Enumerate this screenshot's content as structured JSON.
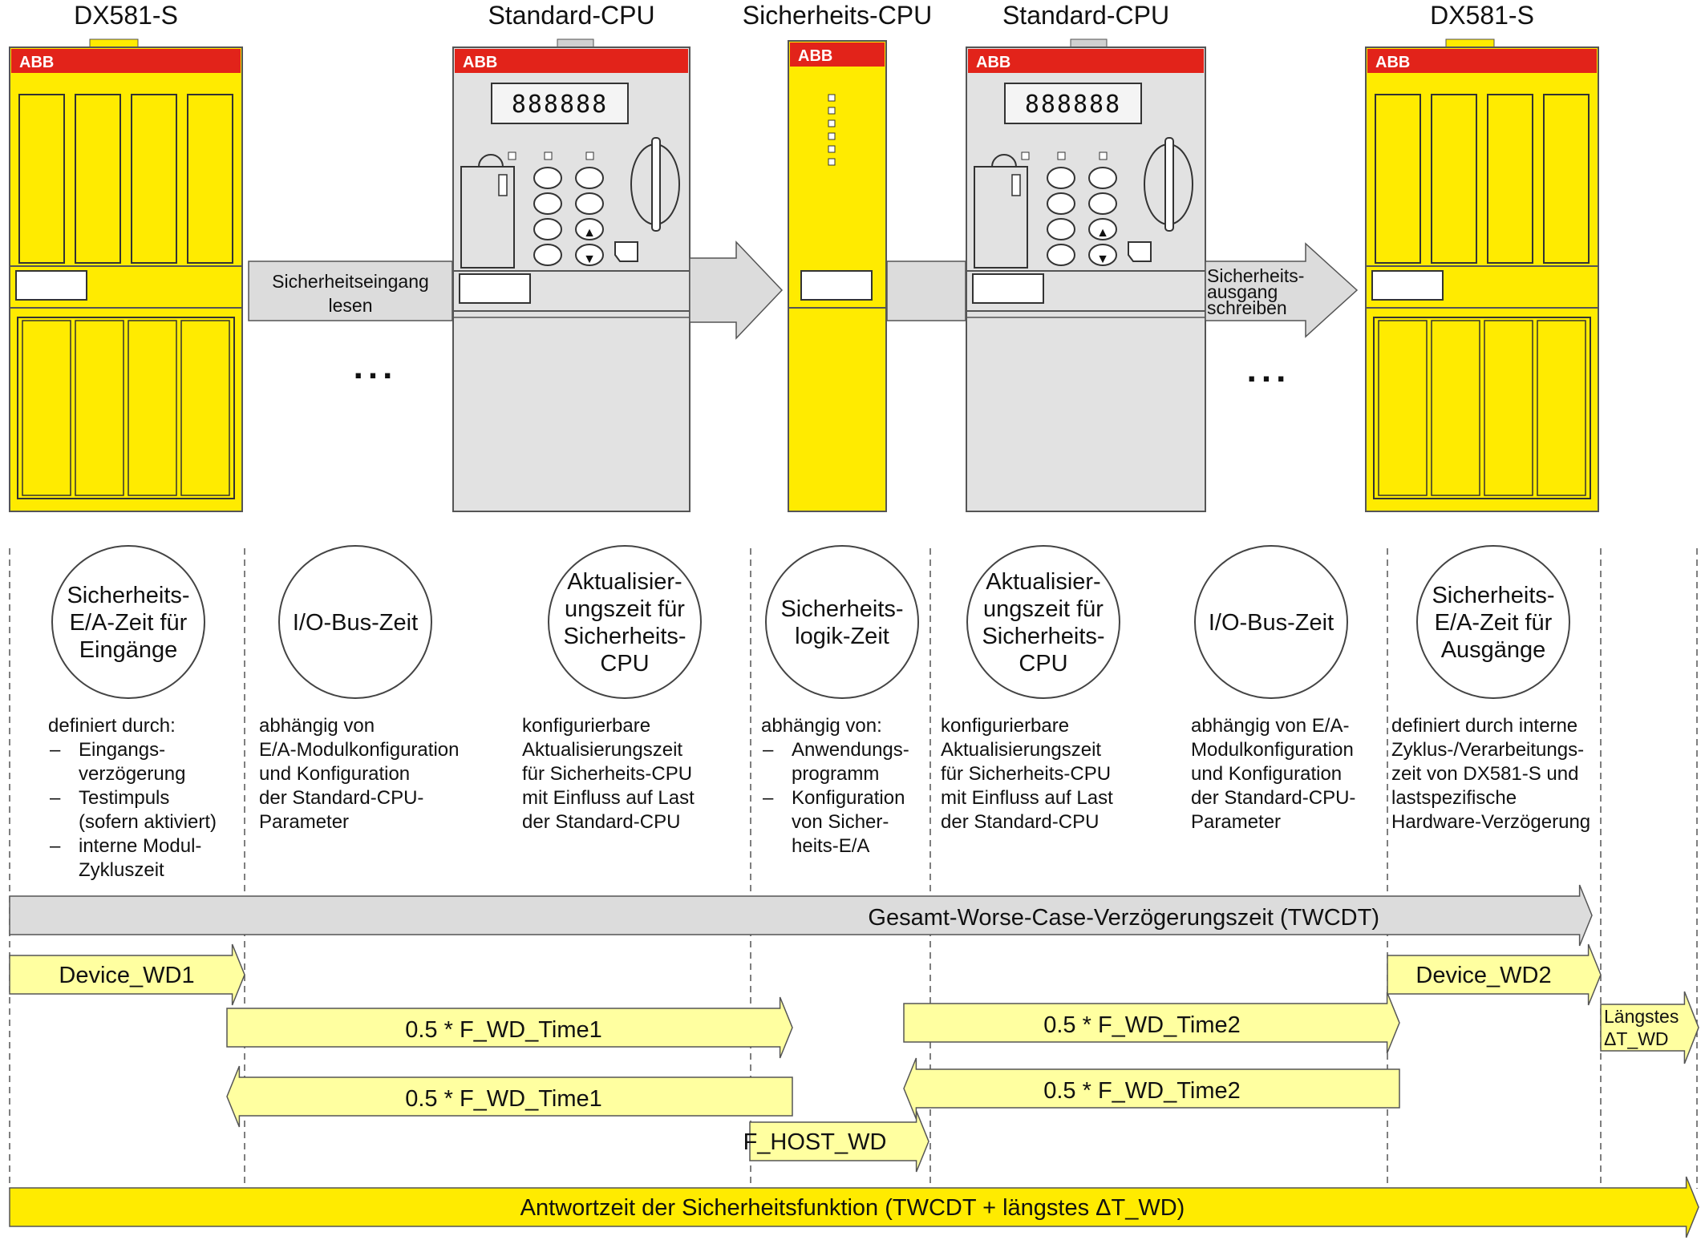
{
  "colors": {
    "yellow": "#FFEB00",
    "yellow_dark": "#C8B400",
    "arrow_yellow": "#FFFFA0",
    "gray_module": "#E2E2E2",
    "gray_arrow": "#DCDCDC",
    "abb_red": "#E2231A",
    "outline": "#555555"
  },
  "devices": [
    {
      "id": "dx1",
      "title": "DX581-S",
      "type": "dx"
    },
    {
      "id": "cpu1",
      "title": "Standard-CPU",
      "type": "cpu"
    },
    {
      "id": "scpu",
      "title": "Sicherheits-CPU",
      "type": "safety"
    },
    {
      "id": "cpu2",
      "title": "Standard-CPU",
      "type": "cpu"
    },
    {
      "id": "dx2",
      "title": "DX581-S",
      "type": "dx"
    }
  ],
  "logo_text": "ABB",
  "display_digits": "888888",
  "flow": {
    "read_label": [
      "Sicherheitseingang",
      "lesen"
    ],
    "write_label": [
      "Sicherheits-",
      "ausgang",
      "schreiben"
    ],
    "ellipsis": "..."
  },
  "phases": [
    {
      "circle": [
        "Sicherheits-",
        "E/A-Zeit für",
        "Eingänge"
      ],
      "desc": [
        "definiert durch:",
        "–\tEingangs-",
        "\tverzögerung",
        "–\tTestimpuls",
        "\t(sofern aktiviert)",
        "–\tinterne Modul-",
        "\tZykluszeit"
      ]
    },
    {
      "circle": [
        "I/O-Bus-Zeit"
      ],
      "desc": [
        "abhängig von",
        "E/A-Modulkonfiguration",
        "und Konfiguration",
        "der Standard-CPU-",
        "Parameter"
      ]
    },
    {
      "circle": [
        "Aktualisier-",
        "ungszeit für",
        "Sicherheits-",
        "CPU"
      ],
      "desc": [
        "konfigurierbare",
        "Aktualisierungszeit",
        "für Sicherheits-CPU",
        "mit Einfluss auf Last",
        "der Standard-CPU"
      ]
    },
    {
      "circle": [
        "Sicherheits-",
        "logik-Zeit"
      ],
      "desc": [
        "abhängig von:",
        "–\tAnwendungs-",
        "\tprogramm",
        "–\tKonfiguration",
        "\tvon Sicher-",
        "\theits-E/A"
      ]
    },
    {
      "circle": [
        "Aktualisier-",
        "ungszeit für",
        "Sicherheits-",
        "CPU"
      ],
      "desc": [
        "konfigurierbare",
        "Aktualisierungszeit",
        "für Sicherheits-CPU",
        "mit Einfluss auf Last",
        "der Standard-CPU"
      ]
    },
    {
      "circle": [
        "I/O-Bus-Zeit"
      ],
      "desc": [
        "abhängig von E/A-",
        "Modulkonfiguration",
        "und Konfiguration",
        "der Standard-CPU-",
        "Parameter"
      ]
    },
    {
      "circle": [
        "Sicherheits-",
        "E/A-Zeit für",
        "Ausgänge"
      ],
      "desc": [
        "definiert durch interne",
        "Zyklus-/Verarbeitungs-",
        "zeit von DX581-S und",
        "lastspezifische",
        "Hardware-Verzögerung"
      ]
    }
  ],
  "timings": {
    "twcdt": "Gesamt-Worse-Case-Verzögerungszeit (TWCDT)",
    "device_wd1": "Device_WD1",
    "f_wd_time1_fwd": "0.5 * F_WD_Time1",
    "f_wd_time1_back": "0.5 * F_WD_Time1",
    "f_host_wd": "F_HOST_WD",
    "f_wd_time2_fwd": "0.5 * F_WD_Time2",
    "f_wd_time2_back": "0.5 * F_WD_Time2",
    "device_wd2": "Device_WD2",
    "longest_wd": [
      "Längstes",
      "ΔT_WD"
    ],
    "response": "Antwortzeit der Sicherheitsfunktion (TWCDT + längstes ΔT_WD)"
  }
}
